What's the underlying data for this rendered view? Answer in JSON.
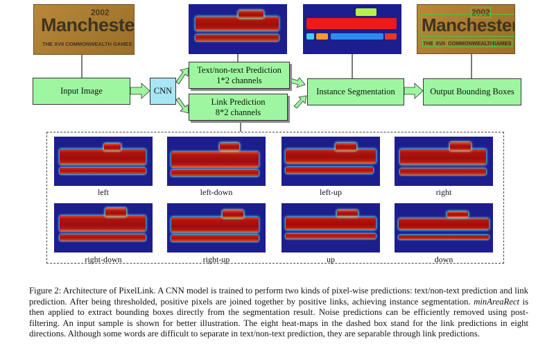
{
  "photo_input": {
    "year": "2002",
    "name": "Manchester",
    "subtitle": "THE XVII COMMONWEALTH GAMES"
  },
  "photo_output": {
    "year": "2002",
    "name": "Manchester",
    "subtitle_a": "THE",
    "subtitle_b": "XVII",
    "subtitle_c": "COMMONWEALTH",
    "subtitle_d": "GAMES"
  },
  "boxes": {
    "input": "Input Image",
    "cnn": "CNN",
    "text_pred_l1": "Text/non-text Prediction",
    "text_pred_l2": "1*2 channels",
    "link_pred_l1": "Link Prediction",
    "link_pred_l2": "8*2 channels",
    "instance": "Instance Segmentation",
    "output": "Output Bounding Boxes"
  },
  "heatmaps": [
    {
      "label": "left"
    },
    {
      "label": "left-down"
    },
    {
      "label": "left-up"
    },
    {
      "label": "right"
    },
    {
      "label": "right-down"
    },
    {
      "label": "right-up"
    },
    {
      "label": "up"
    },
    {
      "label": "down"
    }
  ],
  "colors": {
    "box": "#9ef7a0",
    "cnn": "#a8e6f5",
    "heat_bg": "#1b1e8c",
    "arrow": "#9ef7a0"
  },
  "caption": {
    "p1": "Figure 2: Architecture of PixelLink. A CNN model is trained to perform two kinds of pixel-wise predictions: text/non-text prediction and link prediction. After being thresholded, positive pixels are joined together by positive links, achieving instance segmentation.",
    "em": "minAreaRect",
    "p2": "is then applied to extract bounding boxes directly from the segmentation result. Noise predictions can be efficiently removed using post-filtering. An input sample is shown for better illustration. The eight heat-maps in the dashed box stand for the link predictions in eight directions. Although some words are difficult to separate in text/non-text prediction, they are separable through link predictions."
  }
}
